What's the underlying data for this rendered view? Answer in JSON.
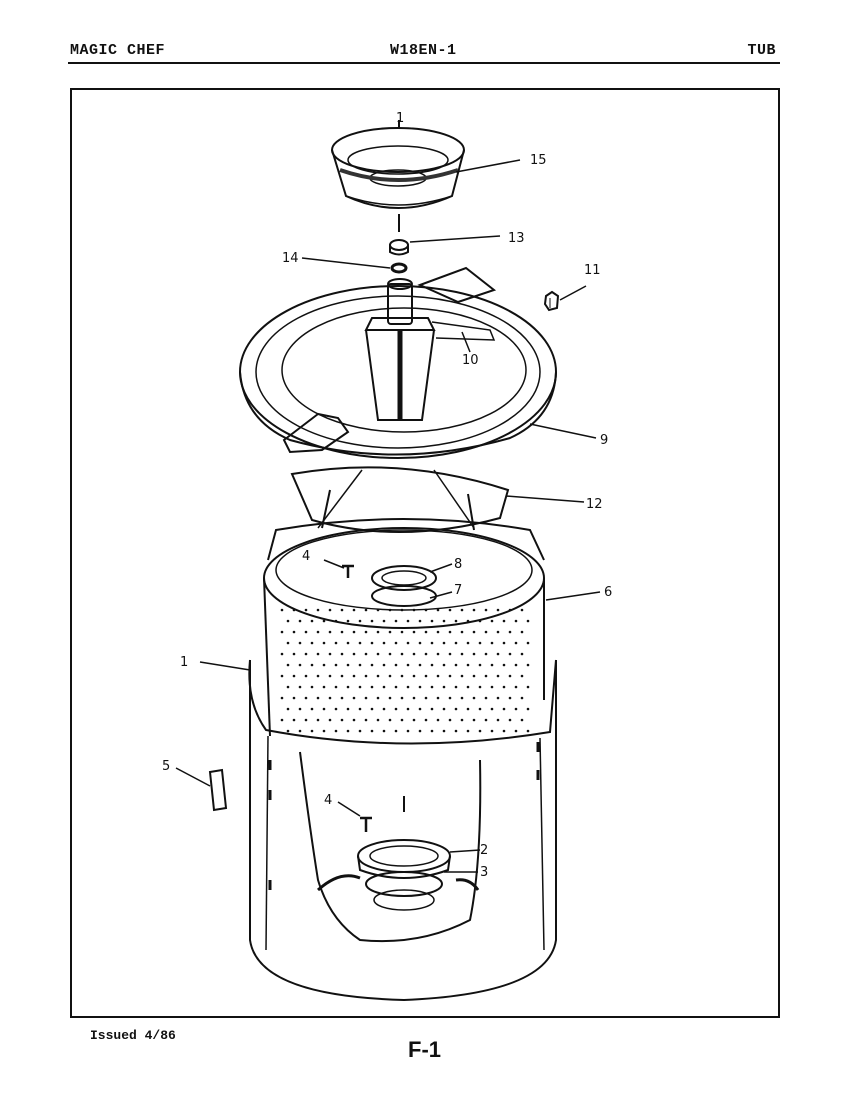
{
  "header": {
    "brand": "MAGIC CHEF",
    "model": "W18EN-1",
    "section": "TUB"
  },
  "footer": {
    "issued": "Issued 4/86",
    "page": "F-1"
  },
  "callouts": {
    "c1_top": "1",
    "c15": "15",
    "c13": "13",
    "c14": "14",
    "c11": "11",
    "c10": "10",
    "c9": "9",
    "c12": "12",
    "c4_top": "4",
    "c8": "8",
    "c7": "7",
    "c6": "6",
    "c1": "1",
    "c5": "5",
    "c4_bottom": "4",
    "c2": "2",
    "c3": "3"
  }
}
